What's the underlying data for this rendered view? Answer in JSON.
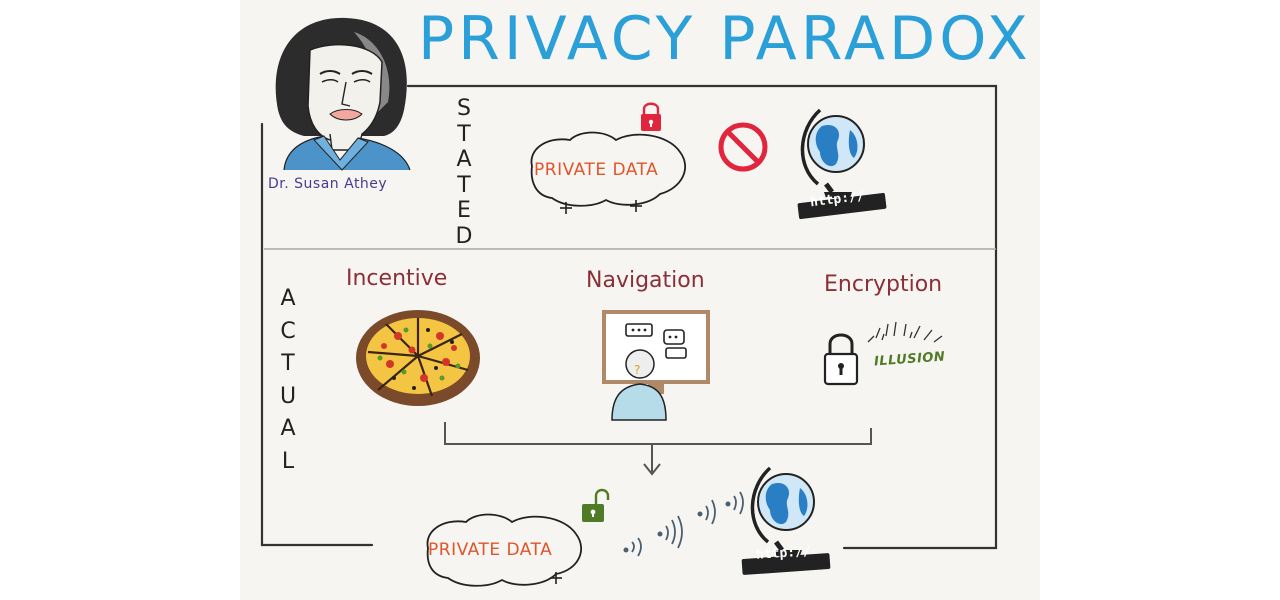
{
  "title": "PRIVACY PARADOX",
  "presenter": {
    "caption": "Dr. Susan Athey"
  },
  "stated": {
    "heading": "STATED",
    "letters": [
      "S",
      "T",
      "A",
      "T",
      "E",
      "D"
    ],
    "bubble_text": "PRIVATE DATA",
    "url_text": "http://",
    "icons": [
      "padlock-closed-icon",
      "prohibited-icon",
      "globe-icon"
    ]
  },
  "actual": {
    "heading": "ACTUAL",
    "letters": [
      "A",
      "C",
      "T",
      "U",
      "A",
      "L"
    ],
    "items": [
      {
        "label": "Incentive",
        "icon": "pizza-icon"
      },
      {
        "label": "Navigation",
        "icon": "computer-user-icon"
      },
      {
        "label": "Encryption",
        "icon": "padlock-icon",
        "note": "ILLUSION"
      }
    ],
    "bubble_text": "PRIVATE DATA",
    "url_text": "http://",
    "icons": [
      "padlock-open-icon",
      "wireless-signal-icon",
      "globe-icon"
    ]
  },
  "colors": {
    "title": "#2a9fd8",
    "label": "#8b2f38",
    "private_data": "#e0552a",
    "caption": "#4a3b8f",
    "illusion": "#4f7a26",
    "prohibited": "#e0253d",
    "padlock_red": "#e0253d"
  }
}
